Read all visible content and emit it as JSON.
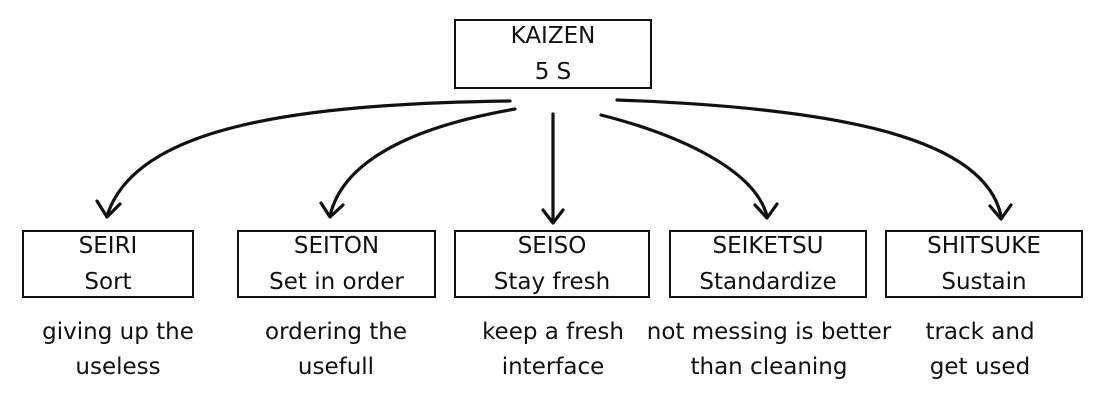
{
  "root": {
    "line1": "KAIZEN",
    "line2": "5 S"
  },
  "items": [
    {
      "name": "SEIRI",
      "meaning": "Sort",
      "desc1": "giving up the",
      "desc2": "useless"
    },
    {
      "name": "SEITON",
      "meaning": "Set in order",
      "desc1": "ordering the",
      "desc2": "usefull"
    },
    {
      "name": "SEISO",
      "meaning": "Stay fresh",
      "desc1": "keep a fresh",
      "desc2": "interface"
    },
    {
      "name": "SEIKETSU",
      "meaning": "Standardize",
      "desc1": "not messing is better",
      "desc2": "than cleaning"
    },
    {
      "name": "SHITSUKE",
      "meaning": "Sustain",
      "desc1": "track and",
      "desc2": "get used"
    }
  ]
}
